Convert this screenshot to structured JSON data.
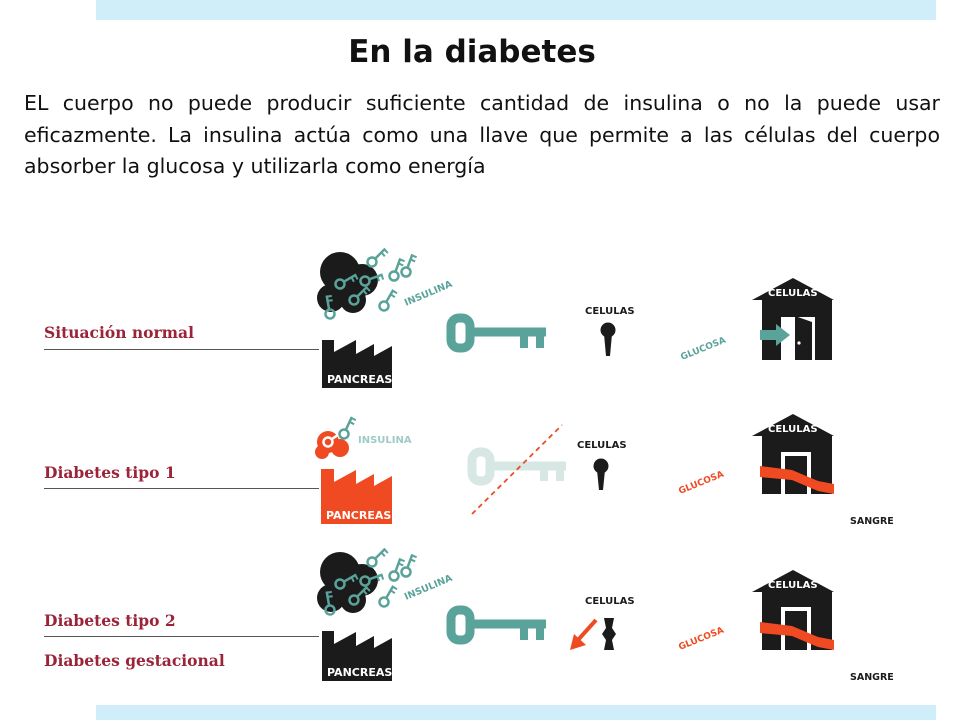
{
  "title": "En la diabetes",
  "body_text": "EL cuerpo no puede producir suficiente cantidad de insulina o no la puede usar eficazmente. La insulina actúa como una llave que permite a las células del cuerpo absorber la glucosa y utilizarla como energía",
  "rows": [
    {
      "label": "Situación normal",
      "pancreas": "PANCREAS",
      "insulina": "INSULINA",
      "celulas_small": "CELULAS",
      "glucosa": "GLUCOSA",
      "celulas_house": "CELULAS"
    },
    {
      "label": "Diabetes tipo 1",
      "pancreas": "PANCREAS",
      "insulina": "INSULINA",
      "celulas_small": "CELULAS",
      "glucosa": "GLUCOSA",
      "celulas_house": "CELULAS",
      "sangre": "SANGRE"
    },
    {
      "label": "Diabetes tipo 2",
      "label2": "Diabetes gestacional",
      "pancreas": "PANCREAS",
      "insulina": "INSULINA",
      "celulas_small": "CELULAS",
      "glucosa": "GLUCOSA",
      "celulas_house": "CELULAS",
      "sangre": "SANGRE"
    }
  ],
  "colors": {
    "dark": "#1b1b1b",
    "teal": "#5aa39b",
    "teal_light": "#d6e7e4",
    "red": "#f04a23",
    "label": "#9b2438",
    "band": "#cfeef9"
  }
}
